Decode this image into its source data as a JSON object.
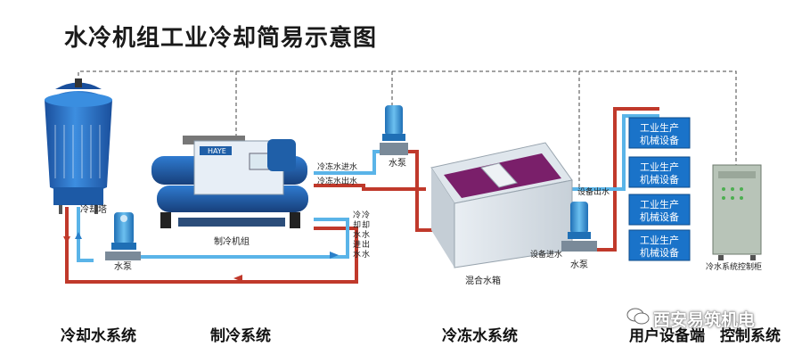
{
  "title": "水冷机组工业冷却简易示意图",
  "labels": {
    "cooling_tower": "冷却塔",
    "pump_left": "水泵",
    "chiller_unit": "制冷机组",
    "chiller_brand": "HAYE",
    "chilled_water_in": "冷冻水进水",
    "chilled_water_out": "冷冻水出水",
    "cooling_water_in": "冷却水进水",
    "cooling_water_out": "冷却水出水",
    "pump_top": "水泵",
    "mix_tank": "混合水箱",
    "equipment_outlet": "设备出水",
    "equipment_inlet": "设备进水",
    "pump_right": "水泵",
    "control_cabinet": "冷水系统控制柜"
  },
  "equipment": [
    "工业生产机械设备",
    "工业生产机械设备",
    "工业生产机械设备",
    "工业生产机械设备"
  ],
  "equipment_lines": [
    [
      "工业生产",
      "机械设备"
    ],
    [
      "工业生产",
      "机械设备"
    ],
    [
      "工业生产",
      "机械设备"
    ],
    [
      "工业生产",
      "机械设备"
    ]
  ],
  "sections": {
    "cooling": "冷却水系统",
    "refrigeration": "制冷系统",
    "chilled": "冷冻水系统",
    "user": "用户设备端",
    "control": "控制系统"
  },
  "watermark": "西安易筑机电",
  "colors": {
    "hot_pipe": "#c0392b",
    "cold_pipe": "#5ab4e8",
    "machine_blue": "#1f5fa8",
    "equipment_blue": "#1a73c9",
    "tank_purple": "#7a1f6a"
  }
}
